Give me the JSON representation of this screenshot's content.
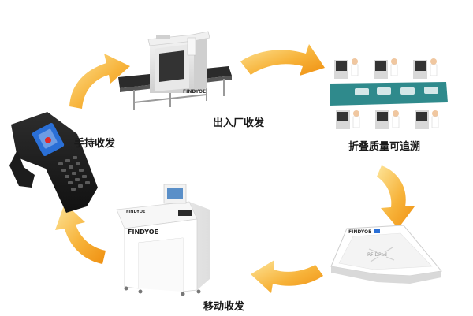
{
  "labels": {
    "handheld": "手持收发",
    "tunnel": "出入厂收发",
    "folding": "折叠质量可追溯",
    "mobile": "移动收发"
  },
  "branding": {
    "tunnel_logo": "FINDYOE",
    "cabinet_logo": "FINDYOE",
    "cabinet_badge": "FINDYOE",
    "pad_logo": "FINDYOE",
    "pad_name": "RFIDPad"
  },
  "colors": {
    "arrow_light": "#fde08a",
    "arrow_dark": "#f29a12",
    "conveyor": "#2f8a8c",
    "accent_red": "#e02a2a"
  },
  "icons": {
    "arrows": "curved-arrow-icon"
  }
}
